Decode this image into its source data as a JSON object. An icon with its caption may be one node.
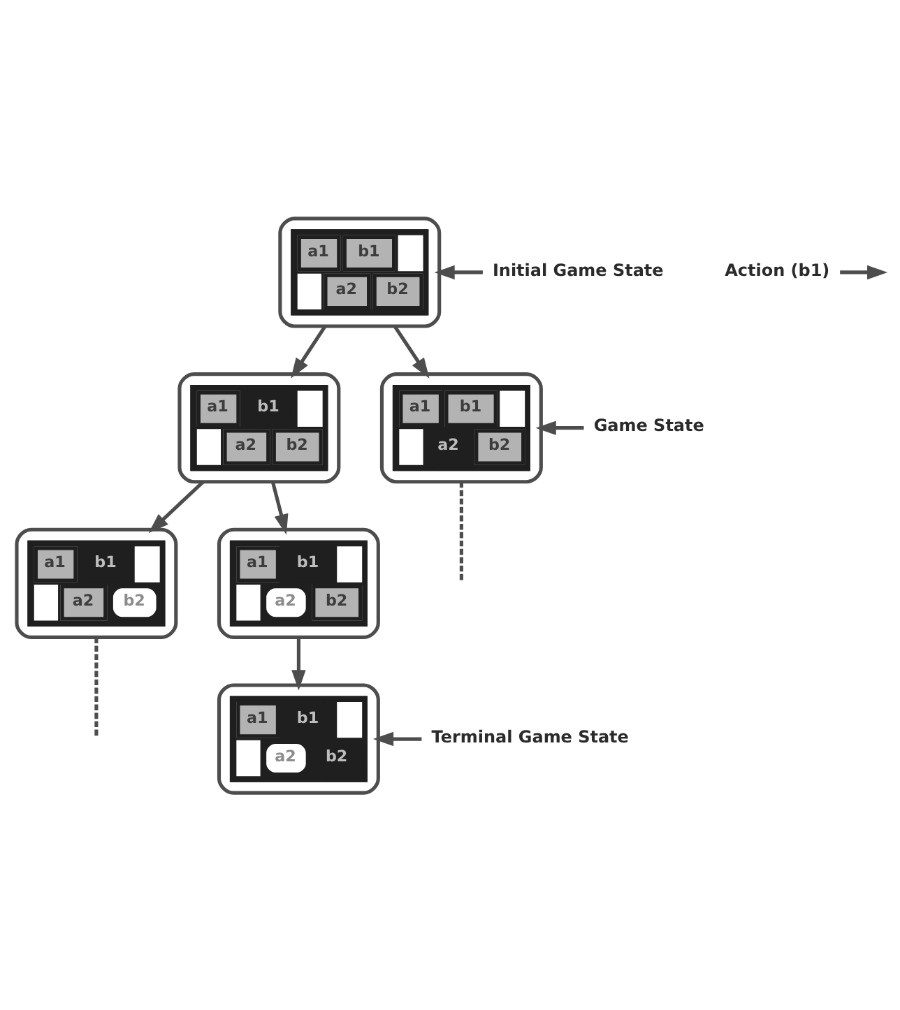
{
  "diagram": {
    "nodes": [
      {
        "text": [
          "a1",
          "b1",
          "a2",
          "b2"
        ]
      },
      {
        "text": [
          "a1",
          "b1",
          "a2",
          "b2"
        ]
      },
      {
        "text": [
          "a1",
          "b1",
          "a2",
          "b2"
        ]
      },
      {
        "text": [
          "a1",
          "b1",
          "a2",
          "b2"
        ]
      },
      {
        "text": [
          "a1",
          "b1",
          "a2",
          "b2"
        ]
      },
      {
        "text": [
          "a1",
          "b1",
          "a2",
          "b2"
        ]
      },
      {
        "text": [
          "Initial Game State"
        ]
      },
      {
        "text": [
          "Action (b1)"
        ]
      },
      {
        "text": [
          "Game State"
        ]
      },
      {
        "text": [
          "Terminal Game State"
        ]
      }
    ],
    "edges": [
      {
        "from": 0,
        "to": 1,
        "arrow": "to"
      },
      {
        "from": 0,
        "to": 2,
        "arrow": "to"
      },
      {
        "from": 1,
        "to": 3,
        "arrow": "to"
      },
      {
        "from": 1,
        "to": 4,
        "arrow": "to"
      },
      {
        "from": 4,
        "to": 5,
        "arrow": "to"
      },
      {
        "from": 2,
        "to": null,
        "arrow": "none",
        "style": "dashed"
      },
      {
        "from": 3,
        "to": null,
        "arrow": "none",
        "style": "dashed"
      },
      {
        "from": 6,
        "to": 0,
        "arrow": "to"
      },
      {
        "from": 7,
        "to": null,
        "arrow": "to"
      },
      {
        "from": 8,
        "to": 2,
        "arrow": "to"
      },
      {
        "from": 9,
        "to": 5,
        "arrow": "to"
      }
    ]
  }
}
